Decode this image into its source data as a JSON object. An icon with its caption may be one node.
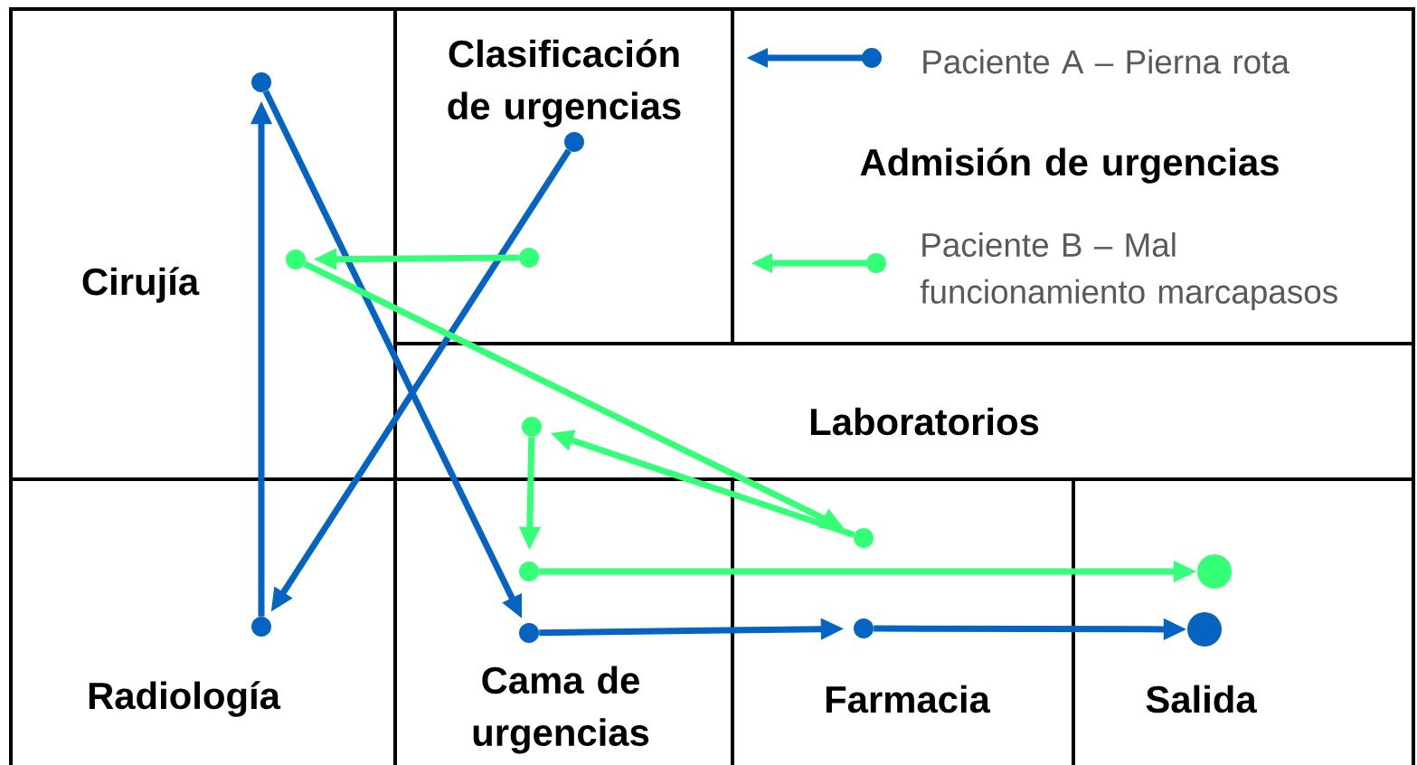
{
  "diagram": {
    "nodes": [
      {
        "text": [
          "Cirujía"
        ]
      },
      {
        "text": [
          "Clasificación de urgencias"
        ]
      },
      {
        "text": [
          "Admisión de urgencias"
        ]
      },
      {
        "text": [
          "Laboratorios"
        ]
      },
      {
        "text": [
          "Radiología"
        ]
      },
      {
        "text": [
          "Cama de urgencias"
        ]
      },
      {
        "text": [
          "Farmacia"
        ]
      },
      {
        "text": [
          "Salida"
        ]
      },
      {
        "text": [],
        "shape": "circle",
        "in": 0
      },
      {
        "text": [],
        "shape": "circle",
        "in": 1
      },
      {
        "text": [],
        "shape": "circle",
        "in": 0
      },
      {
        "text": [],
        "shape": "circle",
        "in": 1
      },
      {
        "text": [],
        "shape": "circle",
        "in": 3
      },
      {
        "text": [],
        "shape": "circle",
        "in": 6
      },
      {
        "text": [],
        "shape": "circle",
        "in": 5
      },
      {
        "text": [],
        "shape": "circle",
        "in": 7
      },
      {
        "text": [],
        "shape": "circle",
        "in": 4
      },
      {
        "text": [],
        "shape": "circle",
        "in": 5
      },
      {
        "text": [],
        "shape": "circle",
        "in": 6
      },
      {
        "text": [],
        "shape": "circle",
        "in": 7
      }
    ],
    "edges": [
      {
        "from": 9,
        "to": 16,
        "arrow": "to",
        "color": "#0563c1"
      },
      {
        "from": 16,
        "to": 8,
        "arrow": "to",
        "color": "#0563c1"
      },
      {
        "from": 8,
        "to": 17,
        "arrow": "to",
        "color": "#0563c1"
      },
      {
        "from": 17,
        "to": 18,
        "arrow": "to",
        "color": "#0563c1"
      },
      {
        "from": 18,
        "to": 19,
        "arrow": "to",
        "color": "#0563c1"
      },
      {
        "from": 11,
        "to": 10,
        "arrow": "to",
        "color": "#33ff77"
      },
      {
        "from": 10,
        "to": 13,
        "arrow": "to",
        "color": "#33ff77"
      },
      {
        "from": 13,
        "to": 12,
        "arrow": "to",
        "color": "#33ff77"
      },
      {
        "from": 12,
        "to": 14,
        "arrow": "to",
        "color": "#33ff77"
      },
      {
        "from": 14,
        "to": 15,
        "arrow": "to",
        "color": "#33ff77"
      }
    ],
    "legend": [
      {
        "text": "Paciente A – Pierna rota"
      },
      {
        "text": "Paciente B – Mal funcionamiento marcapasos"
      }
    ]
  }
}
